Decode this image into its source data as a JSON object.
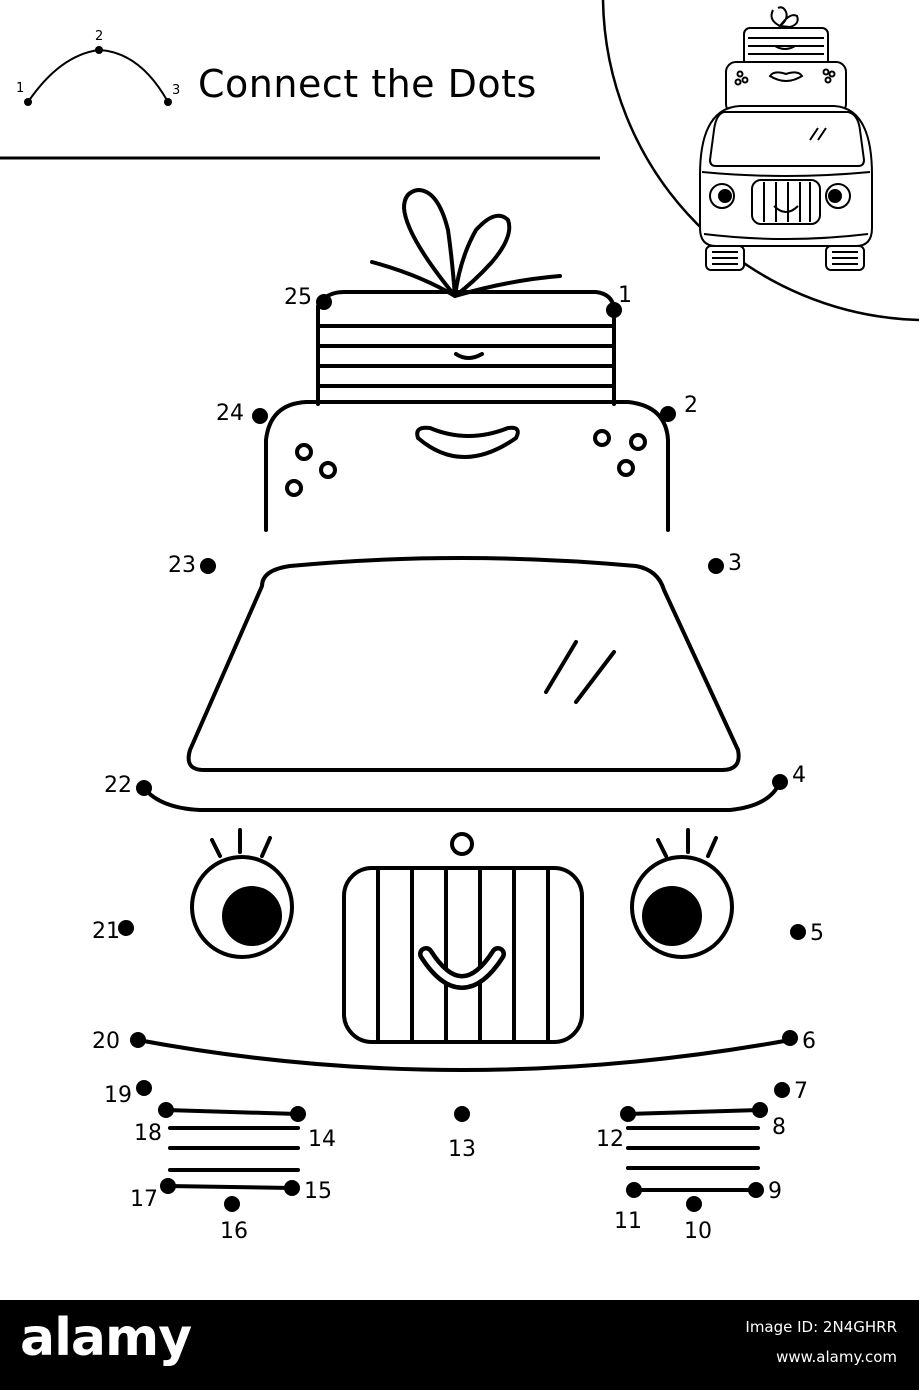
{
  "title": "Connect the Dots",
  "example": {
    "labels": [
      "1",
      "2",
      "3"
    ]
  },
  "dots": [
    {
      "n": "1"
    },
    {
      "n": "2"
    },
    {
      "n": "3"
    },
    {
      "n": "4"
    },
    {
      "n": "5"
    },
    {
      "n": "6"
    },
    {
      "n": "7"
    },
    {
      "n": "8"
    },
    {
      "n": "9"
    },
    {
      "n": "10"
    },
    {
      "n": "11"
    },
    {
      "n": "12"
    },
    {
      "n": "13"
    },
    {
      "n": "14"
    },
    {
      "n": "15"
    },
    {
      "n": "16"
    },
    {
      "n": "17"
    },
    {
      "n": "18"
    },
    {
      "n": "19"
    },
    {
      "n": "20"
    },
    {
      "n": "21"
    },
    {
      "n": "22"
    },
    {
      "n": "23"
    },
    {
      "n": "24"
    },
    {
      "n": "25"
    }
  ],
  "footer": {
    "logo": "alamy",
    "image_id_label": "Image ID: 2N4GHRR",
    "site": "www.alamy.com"
  },
  "colors": {
    "ink": "#000000",
    "paper": "#ffffff",
    "footer": "#000000"
  }
}
